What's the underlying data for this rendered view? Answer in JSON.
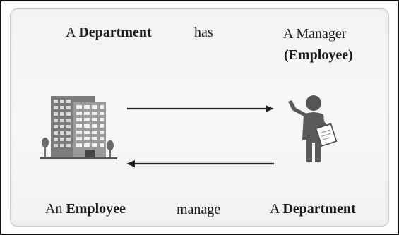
{
  "top_sentence": {
    "subject_prefix": "A",
    "subject_bold": "Department",
    "verb": "has",
    "object_line1": "A Manager",
    "object_line2_bold": "(Employee)"
  },
  "bottom_sentence": {
    "subject_prefix": "An",
    "subject_bold": "Employee",
    "verb": "manage",
    "object_prefix": "A",
    "object_bold": "Department"
  },
  "icons": {
    "left": "office-building-icon",
    "right": "manager-person-icon"
  },
  "colors": {
    "panel_bg": "#f4f4f4",
    "ink": "#1a1a1a",
    "icon_gray": "#555555"
  }
}
